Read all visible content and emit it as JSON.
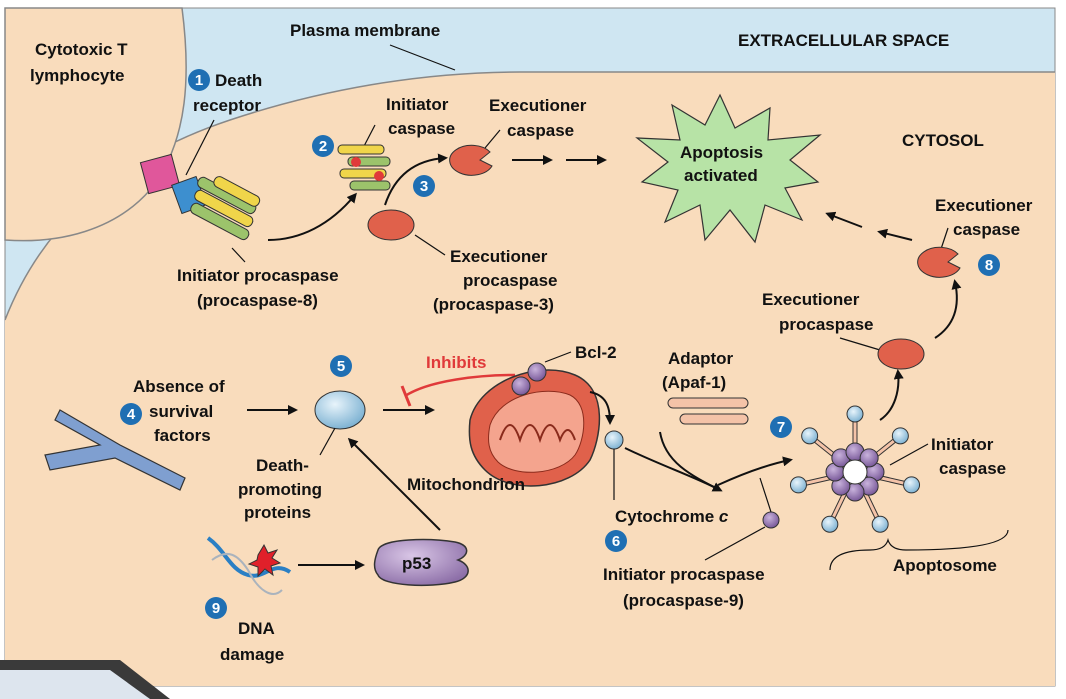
{
  "labels": {
    "cytotoxic_t_1": "Cytotoxic T",
    "cytotoxic_t_2": "lymphocyte",
    "plasma_membrane": "Plasma membrane",
    "extracellular_space": "EXTRACELLULAR SPACE",
    "cytosol": "CYTOSOL",
    "death_receptor_1": "Death",
    "death_receptor_2": "receptor",
    "initiator_caspase_top_1": "Initiator",
    "initiator_caspase_top_2": "caspase",
    "executioner_caspase_top_1": "Executioner",
    "executioner_caspase_top_2": "caspase",
    "apoptosis_1": "Apoptosis",
    "apoptosis_2": "activated",
    "executioner_caspase_right_1": "Executioner",
    "executioner_caspase_right_2": "caspase",
    "initiator_procaspase8_1": "Initiator procaspase",
    "initiator_procaspase8_2": "(procaspase-8)",
    "executioner_procaspase3_1": "Executioner",
    "executioner_procaspase3_2": "procaspase",
    "executioner_procaspase3_3": "(procaspase-3)",
    "executioner_procaspase_right_1": "Executioner",
    "executioner_procaspase_right_2": "procaspase",
    "inhibits": "Inhibits",
    "bcl2": "Bcl-2",
    "adaptor_1": "Adaptor",
    "adaptor_2": "(Apaf-1)",
    "absence_1": "Absence of",
    "absence_2": "survival",
    "absence_3": "factors",
    "death_promoting_1": "Death-",
    "death_promoting_2": "promoting",
    "death_promoting_3": "proteins",
    "mitochondrion": "Mitochondrion",
    "initiator_caspase_apoptosome_1": "Initiator",
    "initiator_caspase_apoptosome_2": "caspase",
    "cytochrome": "Cytochrome ",
    "cytochrome_c": "c",
    "apoptosome": "Apoptosome",
    "p53": "p53",
    "initiator_procaspase9_1": "Initiator procaspase",
    "initiator_procaspase9_2": "(procaspase-9)",
    "dna_1": "DNA",
    "dna_2": "damage"
  },
  "steps": [
    "1",
    "2",
    "3",
    "4",
    "5",
    "6",
    "7",
    "8",
    "9"
  ],
  "colors": {
    "extracellular": "#cfe6f2",
    "cytosol": "#f9dcbc",
    "caspase": "#e0614b",
    "inhibit": "#e03a3a",
    "step_circle": "#1f6fb3"
  }
}
